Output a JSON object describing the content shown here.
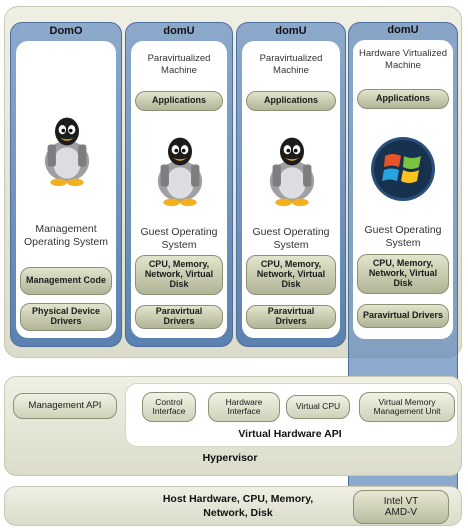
{
  "columns": [
    {
      "title": "DomO",
      "description": "",
      "has_applications": false,
      "os_label": "Management Operating System",
      "boxes": [
        "Management Code",
        "Physical Device Drivers"
      ]
    },
    {
      "title": "domU",
      "description": "Paravirtualized Machine",
      "has_applications": true,
      "applications_label": "Applications",
      "os_label": "Guest Operating System",
      "boxes": [
        "CPU, Memory, Network, Virtual Disk",
        "Paravirtual Drivers"
      ]
    },
    {
      "title": "domU",
      "description": "Paravirtualized Machine",
      "has_applications": true,
      "applications_label": "Applications",
      "os_label": "Guest Operating System",
      "boxes": [
        "CPU, Memory, Network, Virtual Disk",
        "Paravirtual Drivers"
      ]
    },
    {
      "title": "domU",
      "description": "Hardware Virtualized Machine",
      "has_applications": true,
      "applications_label": "Applications",
      "os_label": "Guest Operating System",
      "boxes": [
        "CPU, Memory, Network, Virtual Disk",
        "Paravirtual Drivers"
      ]
    }
  ],
  "hypervisor": {
    "management_api": "Management API",
    "components": [
      "Control Interface",
      "Hardware Interface",
      "Virtual CPU",
      "Virtual Memory Management Unit"
    ],
    "virtual_hardware_api": "Virtual Hardware API",
    "label": "Hypervisor"
  },
  "hardware": {
    "label": "Host Hardware, CPU, Memory, Network, Disk",
    "intel_vt": "Intel VT",
    "amd_v": "AMD-V"
  },
  "colors": {
    "column_blue": "#5b81b1",
    "pill_olive": "#b1b496",
    "panel_beige": "#e6e6d8"
  },
  "icons": [
    "tux-penguin-icon",
    "windows-logo-icon"
  ]
}
